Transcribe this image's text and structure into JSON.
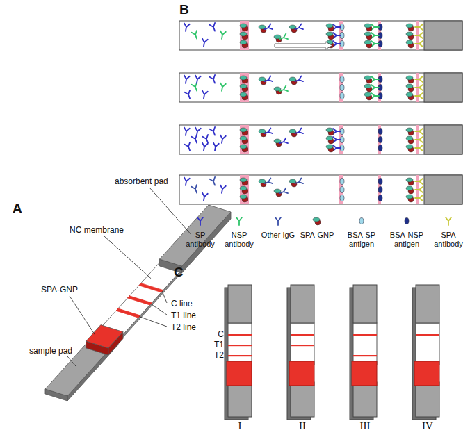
{
  "diagram": {
    "labels": [
      "A",
      "absorbent pad",
      "NC membrane",
      "SPA-GNP",
      "C line",
      "T1 line",
      "T2 line",
      "sample pad",
      "B",
      "C",
      "C",
      "T1",
      "T2",
      "I",
      "II",
      "III",
      "IV"
    ],
    "legend": [
      {
        "text": "SP antibody"
      },
      {
        "text": "NSP antibody"
      },
      {
        "text": "Other IgG"
      },
      {
        "text": "SPA-GNP"
      },
      {
        "text": "BSA-SP antigen"
      },
      {
        "text": "BSA-NSP antigen"
      },
      {
        "text": "SPA antibody"
      }
    ]
  }
}
